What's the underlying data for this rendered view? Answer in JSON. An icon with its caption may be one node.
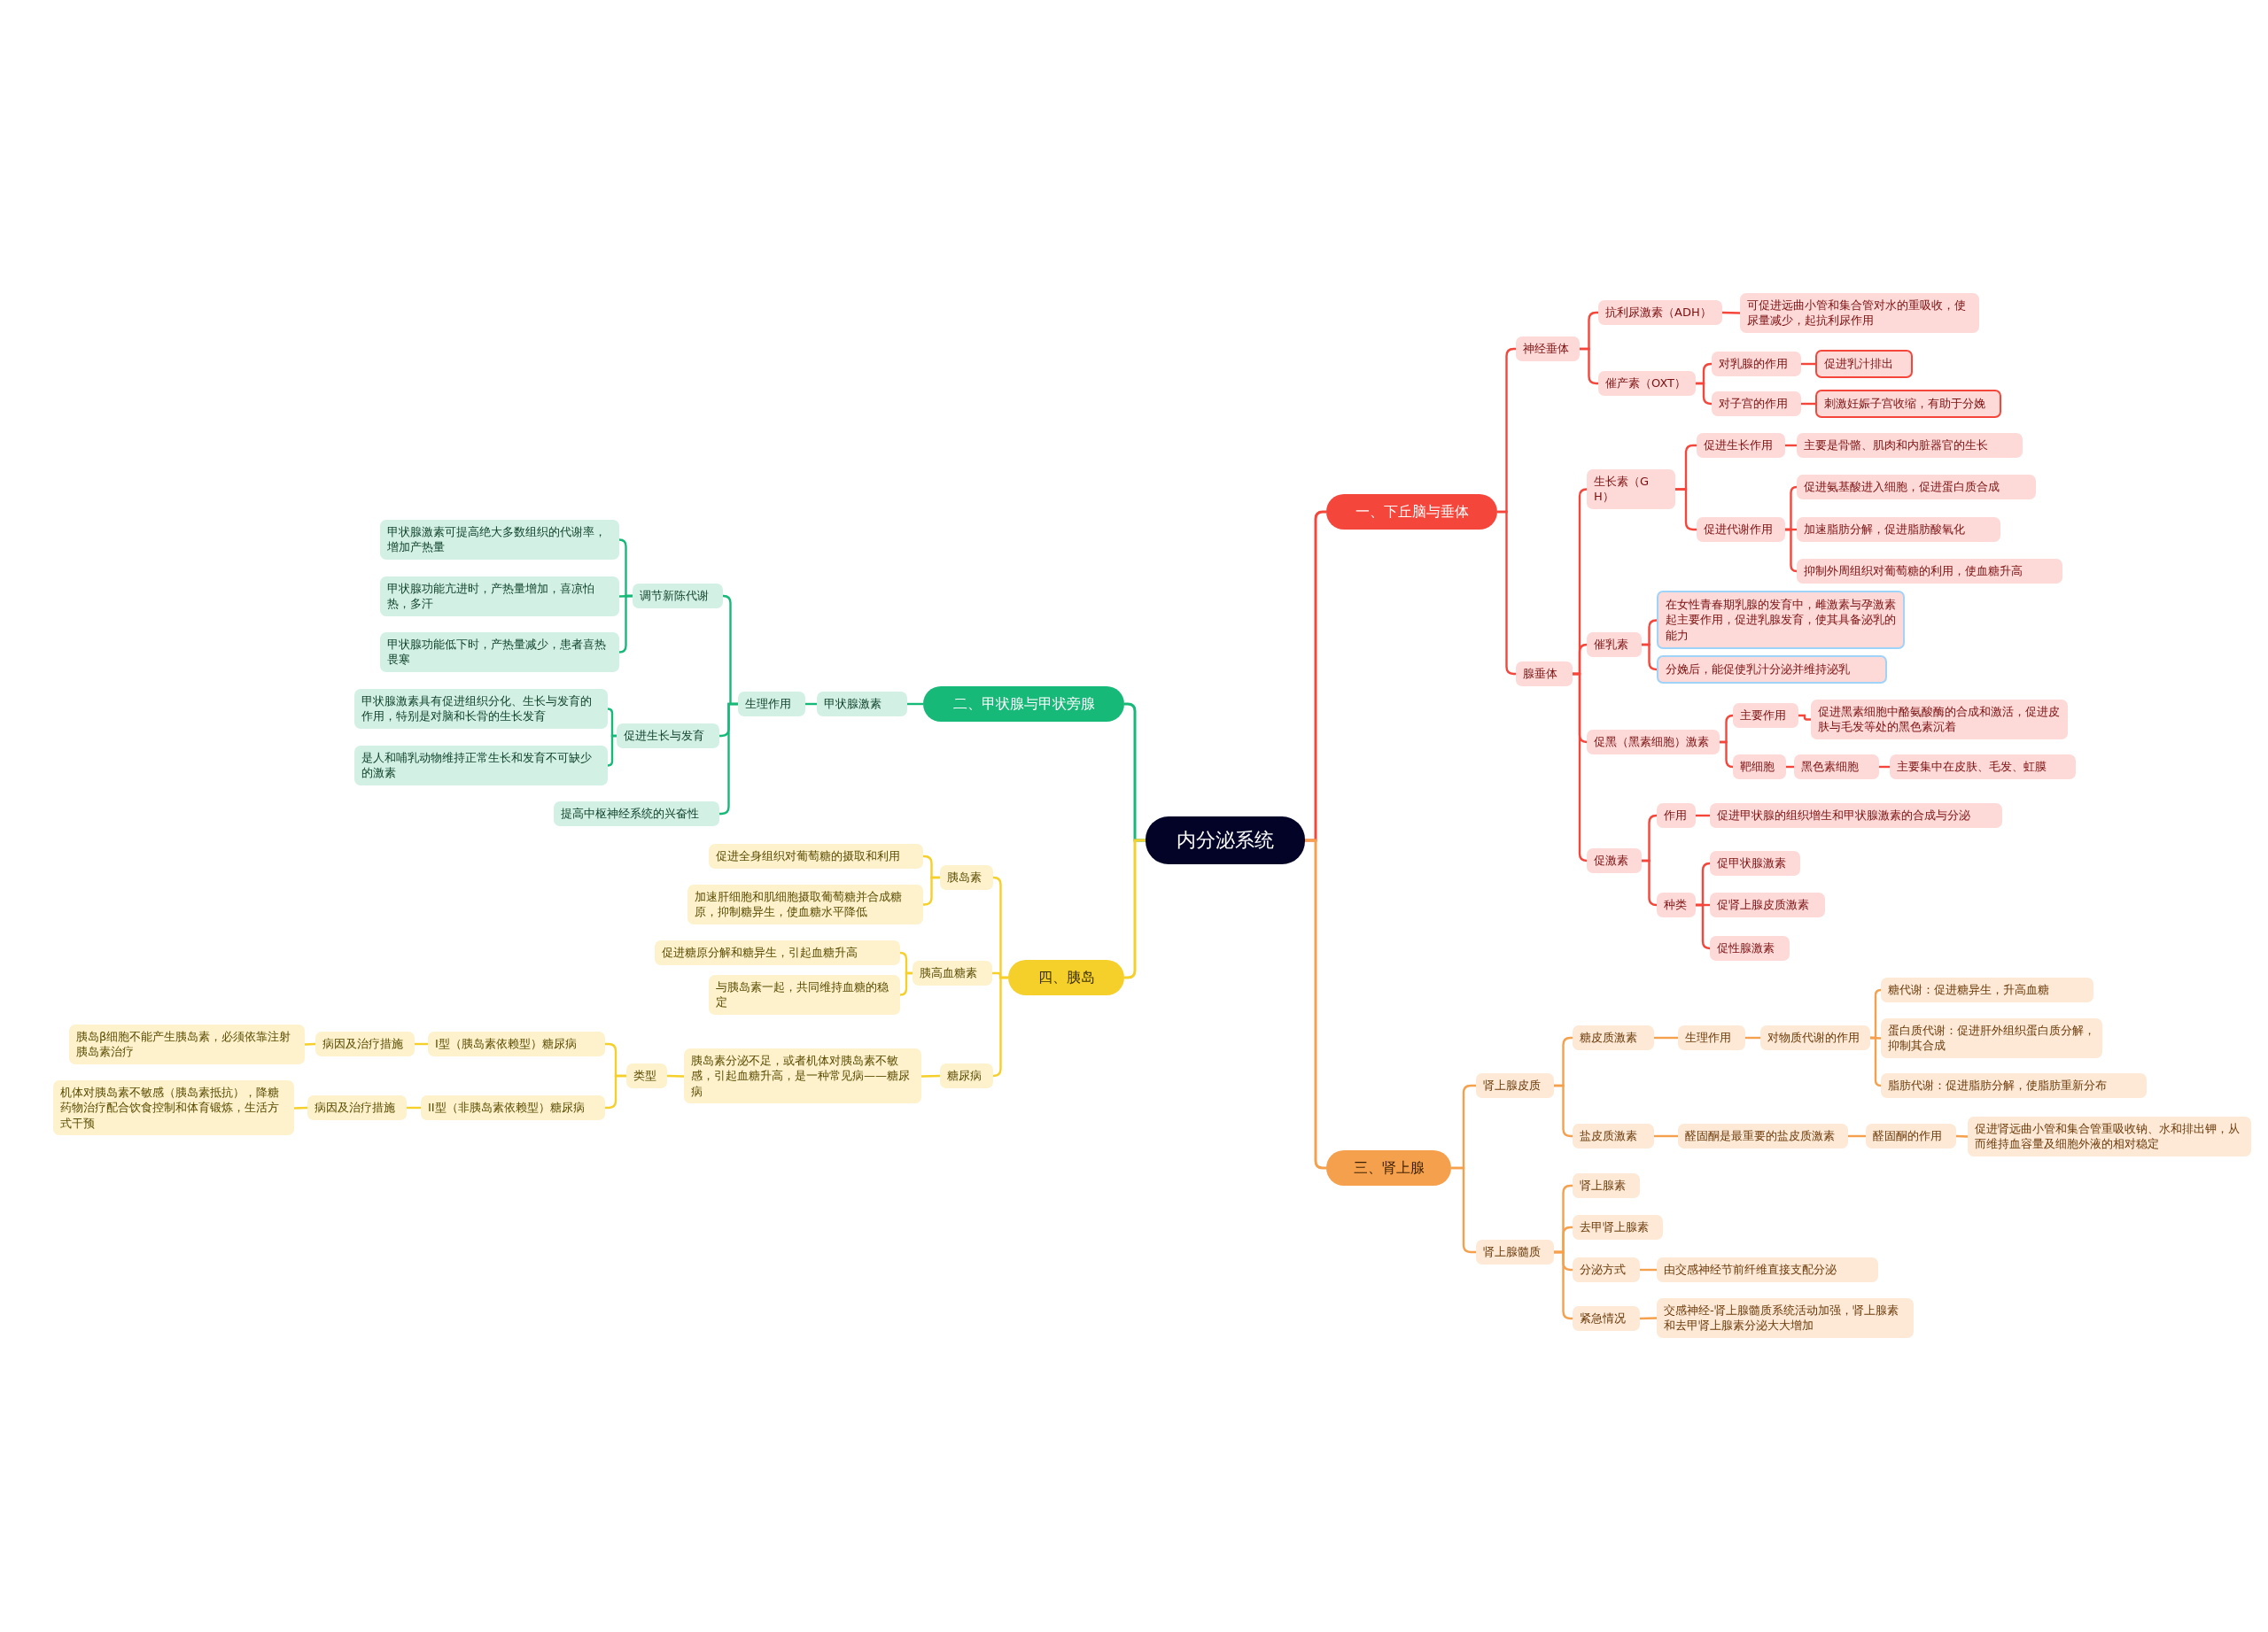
{
  "diagram": {
    "nodes": [
      {
        "text": [
          "内分泌系统"
        ]
      },
      {
        "text": [
          "一、下丘脑与垂体"
        ]
      },
      {
        "text": [
          "神经垂体"
        ]
      },
      {
        "text": [
          "抗利尿激素（ADH）"
        ]
      },
      {
        "text": [
          "可促进远曲小管和集合管对水的重吸收，使尿量减少，起抗利尿作用"
        ]
      },
      {
        "text": [
          "催产素（OXT）"
        ]
      },
      {
        "text": [
          "对乳腺的作用"
        ]
      },
      {
        "text": [
          "促进乳汁排出"
        ]
      },
      {
        "text": [
          "对子宫的作用"
        ]
      },
      {
        "text": [
          "刺激妊娠子宫收缩，有助于分娩"
        ]
      },
      {
        "text": [
          "腺垂体"
        ]
      },
      {
        "text": [
          "生长素（GH）"
        ]
      },
      {
        "text": [
          "促进生长作用"
        ]
      },
      {
        "text": [
          "主要是骨骼、肌肉和内脏器官的生长"
        ]
      },
      {
        "text": [
          "促进代谢作用"
        ]
      },
      {
        "text": [
          "促进氨基酸进入细胞，促进蛋白质合成"
        ]
      },
      {
        "text": [
          "加速脂肪分解，促进脂肪酸氧化"
        ]
      },
      {
        "text": [
          "抑制外周组织对葡萄糖的利用，使血糖升高"
        ]
      },
      {
        "text": [
          "催乳素"
        ]
      },
      {
        "text": [
          "在女性青春期乳腺的发育中，雌激素与孕激素起主要作用，促进乳腺发育，使其具备泌乳的能力"
        ]
      },
      {
        "text": [
          "分娩后，能促使乳汁分泌并维持泌乳"
        ]
      },
      {
        "text": [
          "促黑（黑素细胞）激素"
        ]
      },
      {
        "text": [
          "主要作用"
        ]
      },
      {
        "text": [
          "促进黑素细胞中酪氨酸酶的合成和激活，促进皮肤与毛发等处的黑色素沉着"
        ]
      },
      {
        "text": [
          "靶细胞"
        ]
      },
      {
        "text": [
          "黑色素细胞"
        ]
      },
      {
        "text": [
          "主要集中在皮肤、毛发、虹膜"
        ]
      },
      {
        "text": [
          "促激素"
        ]
      },
      {
        "text": [
          "作用"
        ]
      },
      {
        "text": [
          "促进甲状腺的组织增生和甲状腺激素的合成与分泌"
        ]
      },
      {
        "text": [
          "种类"
        ]
      },
      {
        "text": [
          "促甲状腺激素"
        ]
      },
      {
        "text": [
          "促肾上腺皮质激素"
        ]
      },
      {
        "text": [
          "促性腺激素"
        ]
      },
      {
        "text": [
          "三、肾上腺"
        ]
      },
      {
        "text": [
          "肾上腺皮质"
        ]
      },
      {
        "text": [
          "糖皮质激素"
        ]
      },
      {
        "text": [
          "生理作用"
        ]
      },
      {
        "text": [
          "对物质代谢的作用"
        ]
      },
      {
        "text": [
          "糖代谢：促进糖异生，升高血糖"
        ]
      },
      {
        "text": [
          "蛋白质代谢：促进肝外组织蛋白质分解，抑制其合成"
        ]
      },
      {
        "text": [
          "脂肪代谢：促进脂肪分解，使脂肪重新分布"
        ]
      },
      {
        "text": [
          "盐皮质激素"
        ]
      },
      {
        "text": [
          "醛固酮是最重要的盐皮质激素"
        ]
      },
      {
        "text": [
          "醛固酮的作用"
        ]
      },
      {
        "text": [
          "促进肾远曲小管和集合管重吸收钠、水和排出钾，从而维持血容量及细胞外液的相对稳定"
        ]
      },
      {
        "text": [
          "肾上腺髓质"
        ]
      },
      {
        "text": [
          "肾上腺素"
        ]
      },
      {
        "text": [
          "去甲肾上腺素"
        ]
      },
      {
        "text": [
          "分泌方式"
        ]
      },
      {
        "text": [
          "由交感神经节前纤维直接支配分泌"
        ]
      },
      {
        "text": [
          "紧急情况"
        ]
      },
      {
        "text": [
          "交感神经-肾上腺髓质系统活动加强，肾上腺素和去甲肾上腺素分泌大大增加"
        ]
      },
      {
        "text": [
          "二、甲状腺与甲状旁腺"
        ]
      },
      {
        "text": [
          "甲状腺激素"
        ]
      },
      {
        "text": [
          "生理作用"
        ]
      },
      {
        "text": [
          "调节新陈代谢"
        ]
      },
      {
        "text": [
          "甲状腺激素可提高绝大多数组织的代谢率，增加产热量"
        ]
      },
      {
        "text": [
          "甲状腺功能亢进时，产热量增加，喜凉怕热，多汗"
        ]
      },
      {
        "text": [
          "甲状腺功能低下时，产热量减少，患者喜热畏寒"
        ]
      },
      {
        "text": [
          "促进生长与发育"
        ]
      },
      {
        "text": [
          "甲状腺激素具有促进组织分化、生长与发育的作用，特别是对脑和长骨的生长发育"
        ]
      },
      {
        "text": [
          "是人和哺乳动物维持正常生长和发育不可缺少的激素"
        ]
      },
      {
        "text": [
          "提高中枢神经系统的兴奋性"
        ]
      },
      {
        "text": [
          "四、胰岛"
        ]
      },
      {
        "text": [
          "胰岛素"
        ]
      },
      {
        "text": [
          "促进全身组织对葡萄糖的摄取和利用"
        ]
      },
      {
        "text": [
          "加速肝细胞和肌细胞摄取葡萄糖并合成糖原，抑制糖异生，使血糖水平降低"
        ]
      },
      {
        "text": [
          "胰高血糖素"
        ]
      },
      {
        "text": [
          "促进糖原分解和糖异生，引起血糖升高"
        ]
      },
      {
        "text": [
          "与胰岛素一起，共同维持血糖的稳定"
        ]
      },
      {
        "text": [
          "糖尿病"
        ]
      },
      {
        "text": [
          "胰岛素分泌不足，或者机体对胰岛素不敏感，引起血糖升高，是一种常见病——糖尿病"
        ]
      },
      {
        "text": [
          "类型"
        ]
      },
      {
        "text": [
          "I型（胰岛素依赖型）糖尿病"
        ]
      },
      {
        "text": [
          "病因及治疗措施"
        ]
      },
      {
        "text": [
          "胰岛β细胞不能产生胰岛素，必须依靠注射胰岛素治疗"
        ]
      },
      {
        "text": [
          "II型（非胰岛素依赖型）糖尿病"
        ]
      },
      {
        "text": [
          "病因及治疗措施"
        ]
      },
      {
        "text": [
          "机体对胰岛素不敏感（胰岛素抵抗），降糖药物治疗配合饮食控制和体育锻炼，生活方式干预"
        ]
      }
    ],
    "edges": [
      {
        "from": 0,
        "to": 1,
        "arrow": "none"
      },
      {
        "from": 1,
        "to": 2,
        "arrow": "none"
      },
      {
        "from": 2,
        "to": 3,
        "arrow": "none"
      },
      {
        "from": 3,
        "to": 4,
        "arrow": "none"
      },
      {
        "from": 2,
        "to": 5,
        "arrow": "none"
      },
      {
        "from": 5,
        "to": 6,
        "arrow": "none"
      },
      {
        "from": 6,
        "to": 7,
        "arrow": "none"
      },
      {
        "from": 5,
        "to": 8,
        "arrow": "none"
      },
      {
        "from": 8,
        "to": 9,
        "arrow": "none"
      },
      {
        "from": 1,
        "to": 10,
        "arrow": "none"
      },
      {
        "from": 10,
        "to": 11,
        "arrow": "none"
      },
      {
        "from": 11,
        "to": 12,
        "arrow": "none"
      },
      {
        "from": 12,
        "to": 13,
        "arrow": "none"
      },
      {
        "from": 11,
        "to": 14,
        "arrow": "none"
      },
      {
        "from": 14,
        "to": 15,
        "arrow": "none"
      },
      {
        "from": 14,
        "to": 16,
        "arrow": "none"
      },
      {
        "from": 14,
        "to": 17,
        "arrow": "none"
      },
      {
        "from": 10,
        "to": 18,
        "arrow": "none"
      },
      {
        "from": 18,
        "to": 19,
        "arrow": "none"
      },
      {
        "from": 18,
        "to": 20,
        "arrow": "none"
      },
      {
        "from": 10,
        "to": 21,
        "arrow": "none"
      },
      {
        "from": 21,
        "to": 22,
        "arrow": "none"
      },
      {
        "from": 22,
        "to": 23,
        "arrow": "none"
      },
      {
        "from": 21,
        "to": 24,
        "arrow": "none"
      },
      {
        "from": 24,
        "to": 25,
        "arrow": "none"
      },
      {
        "from": 25,
        "to": 26,
        "arrow": "none"
      },
      {
        "from": 10,
        "to": 27,
        "arrow": "none"
      },
      {
        "from": 27,
        "to": 28,
        "arrow": "none"
      },
      {
        "from": 28,
        "to": 29,
        "arrow": "none"
      },
      {
        "from": 27,
        "to": 30,
        "arrow": "none"
      },
      {
        "from": 30,
        "to": 31,
        "arrow": "none"
      },
      {
        "from": 30,
        "to": 32,
        "arrow": "none"
      },
      {
        "from": 30,
        "to": 33,
        "arrow": "none"
      },
      {
        "from": 0,
        "to": 34,
        "arrow": "none",
        "color": "#f5a04c"
      },
      {
        "from": 34,
        "to": 35,
        "arrow": "none",
        "color": "#f5a04c"
      },
      {
        "from": 35,
        "to": 36,
        "arrow": "none",
        "color": "#f5a04c"
      },
      {
        "from": 36,
        "to": 37,
        "arrow": "none",
        "color": "#f5a04c"
      },
      {
        "from": 37,
        "to": 38,
        "arrow": "none",
        "color": "#f5a04c"
      },
      {
        "from": 38,
        "to": 39,
        "arrow": "none",
        "color": "#f5a04c"
      },
      {
        "from": 38,
        "to": 40,
        "arrow": "none",
        "color": "#f5a04c"
      },
      {
        "from": 38,
        "to": 41,
        "arrow": "none",
        "color": "#f5a04c"
      },
      {
        "from": 35,
        "to": 42,
        "arrow": "none",
        "color": "#f5a04c"
      },
      {
        "from": 42,
        "to": 43,
        "arrow": "none",
        "color": "#f5a04c"
      },
      {
        "from": 43,
        "to": 44,
        "arrow": "none",
        "color": "#f5a04c"
      },
      {
        "from": 44,
        "to": 45,
        "arrow": "none",
        "color": "#f5a04c"
      },
      {
        "from": 34,
        "to": 46,
        "arrow": "none",
        "color": "#f5a04c"
      },
      {
        "from": 46,
        "to": 47,
        "arrow": "none",
        "color": "#f5a04c"
      },
      {
        "from": 46,
        "to": 48,
        "arrow": "none",
        "color": "#f5a04c"
      },
      {
        "from": 46,
        "to": 49,
        "arrow": "none",
        "color": "#f5a04c"
      },
      {
        "from": 49,
        "to": 50,
        "arrow": "none",
        "color": "#f5a04c"
      },
      {
        "from": 46,
        "to": 51,
        "arrow": "none",
        "color": "#f5a04c"
      },
      {
        "from": 51,
        "to": 52,
        "arrow": "none",
        "color": "#f5a04c"
      },
      {
        "from": 0,
        "to": 53,
        "arrow": "none",
        "color": "#17b978"
      },
      {
        "from": 53,
        "to": 54,
        "arrow": "none",
        "color": "#17b978"
      },
      {
        "from": 54,
        "to": 55,
        "arrow": "none",
        "color": "#17b978"
      },
      {
        "from": 55,
        "to": 56,
        "arrow": "none",
        "color": "#17b978"
      },
      {
        "from": 56,
        "to": 57,
        "arrow": "none",
        "color": "#17b978"
      },
      {
        "from": 56,
        "to": 58,
        "arrow": "none",
        "color": "#17b978"
      },
      {
        "from": 56,
        "to": 59,
        "arrow": "none",
        "color": "#17b978"
      },
      {
        "from": 55,
        "to": 60,
        "arrow": "none",
        "color": "#17b978"
      },
      {
        "from": 60,
        "to": 61,
        "arrow": "none",
        "color": "#17b978"
      },
      {
        "from": 60,
        "to": 62,
        "arrow": "none",
        "color": "#17b978"
      },
      {
        "from": 55,
        "to": 63,
        "arrow": "none",
        "color": "#17b978"
      },
      {
        "from": 0,
        "to": 64,
        "arrow": "none",
        "color": "#f5d02a"
      },
      {
        "from": 64,
        "to": 65,
        "arrow": "none",
        "color": "#f5d02a"
      },
      {
        "from": 65,
        "to": 66,
        "arrow": "none",
        "color": "#f5d02a"
      },
      {
        "from": 65,
        "to": 67,
        "arrow": "none",
        "color": "#f5d02a"
      },
      {
        "from": 64,
        "to": 68,
        "arrow": "none",
        "color": "#f5d02a"
      },
      {
        "from": 68,
        "to": 69,
        "arrow": "none",
        "color": "#f5d02a"
      },
      {
        "from": 68,
        "to": 70,
        "arrow": "none",
        "color": "#f5d02a"
      },
      {
        "from": 64,
        "to": 71,
        "arrow": "none",
        "color": "#f5d02a"
      },
      {
        "from": 71,
        "to": 72,
        "arrow": "none",
        "color": "#f5d02a"
      },
      {
        "from": 72,
        "to": 73,
        "arrow": "none",
        "color": "#f5d02a"
      },
      {
        "from": 73,
        "to": 74,
        "arrow": "none",
        "color": "#f5d02a"
      },
      {
        "from": 74,
        "to": 75,
        "arrow": "none",
        "color": "#f5d02a"
      },
      {
        "from": 75,
        "to": 76,
        "arrow": "none",
        "color": "#f5d02a"
      },
      {
        "from": 73,
        "to": 77,
        "arrow": "none",
        "color": "#f5d02a"
      },
      {
        "from": 77,
        "to": 78,
        "arrow": "none",
        "color": "#f5d02a"
      },
      {
        "from": 78,
        "to": 79,
        "arrow": "none",
        "color": "#f5d02a"
      }
    ]
  }
}
